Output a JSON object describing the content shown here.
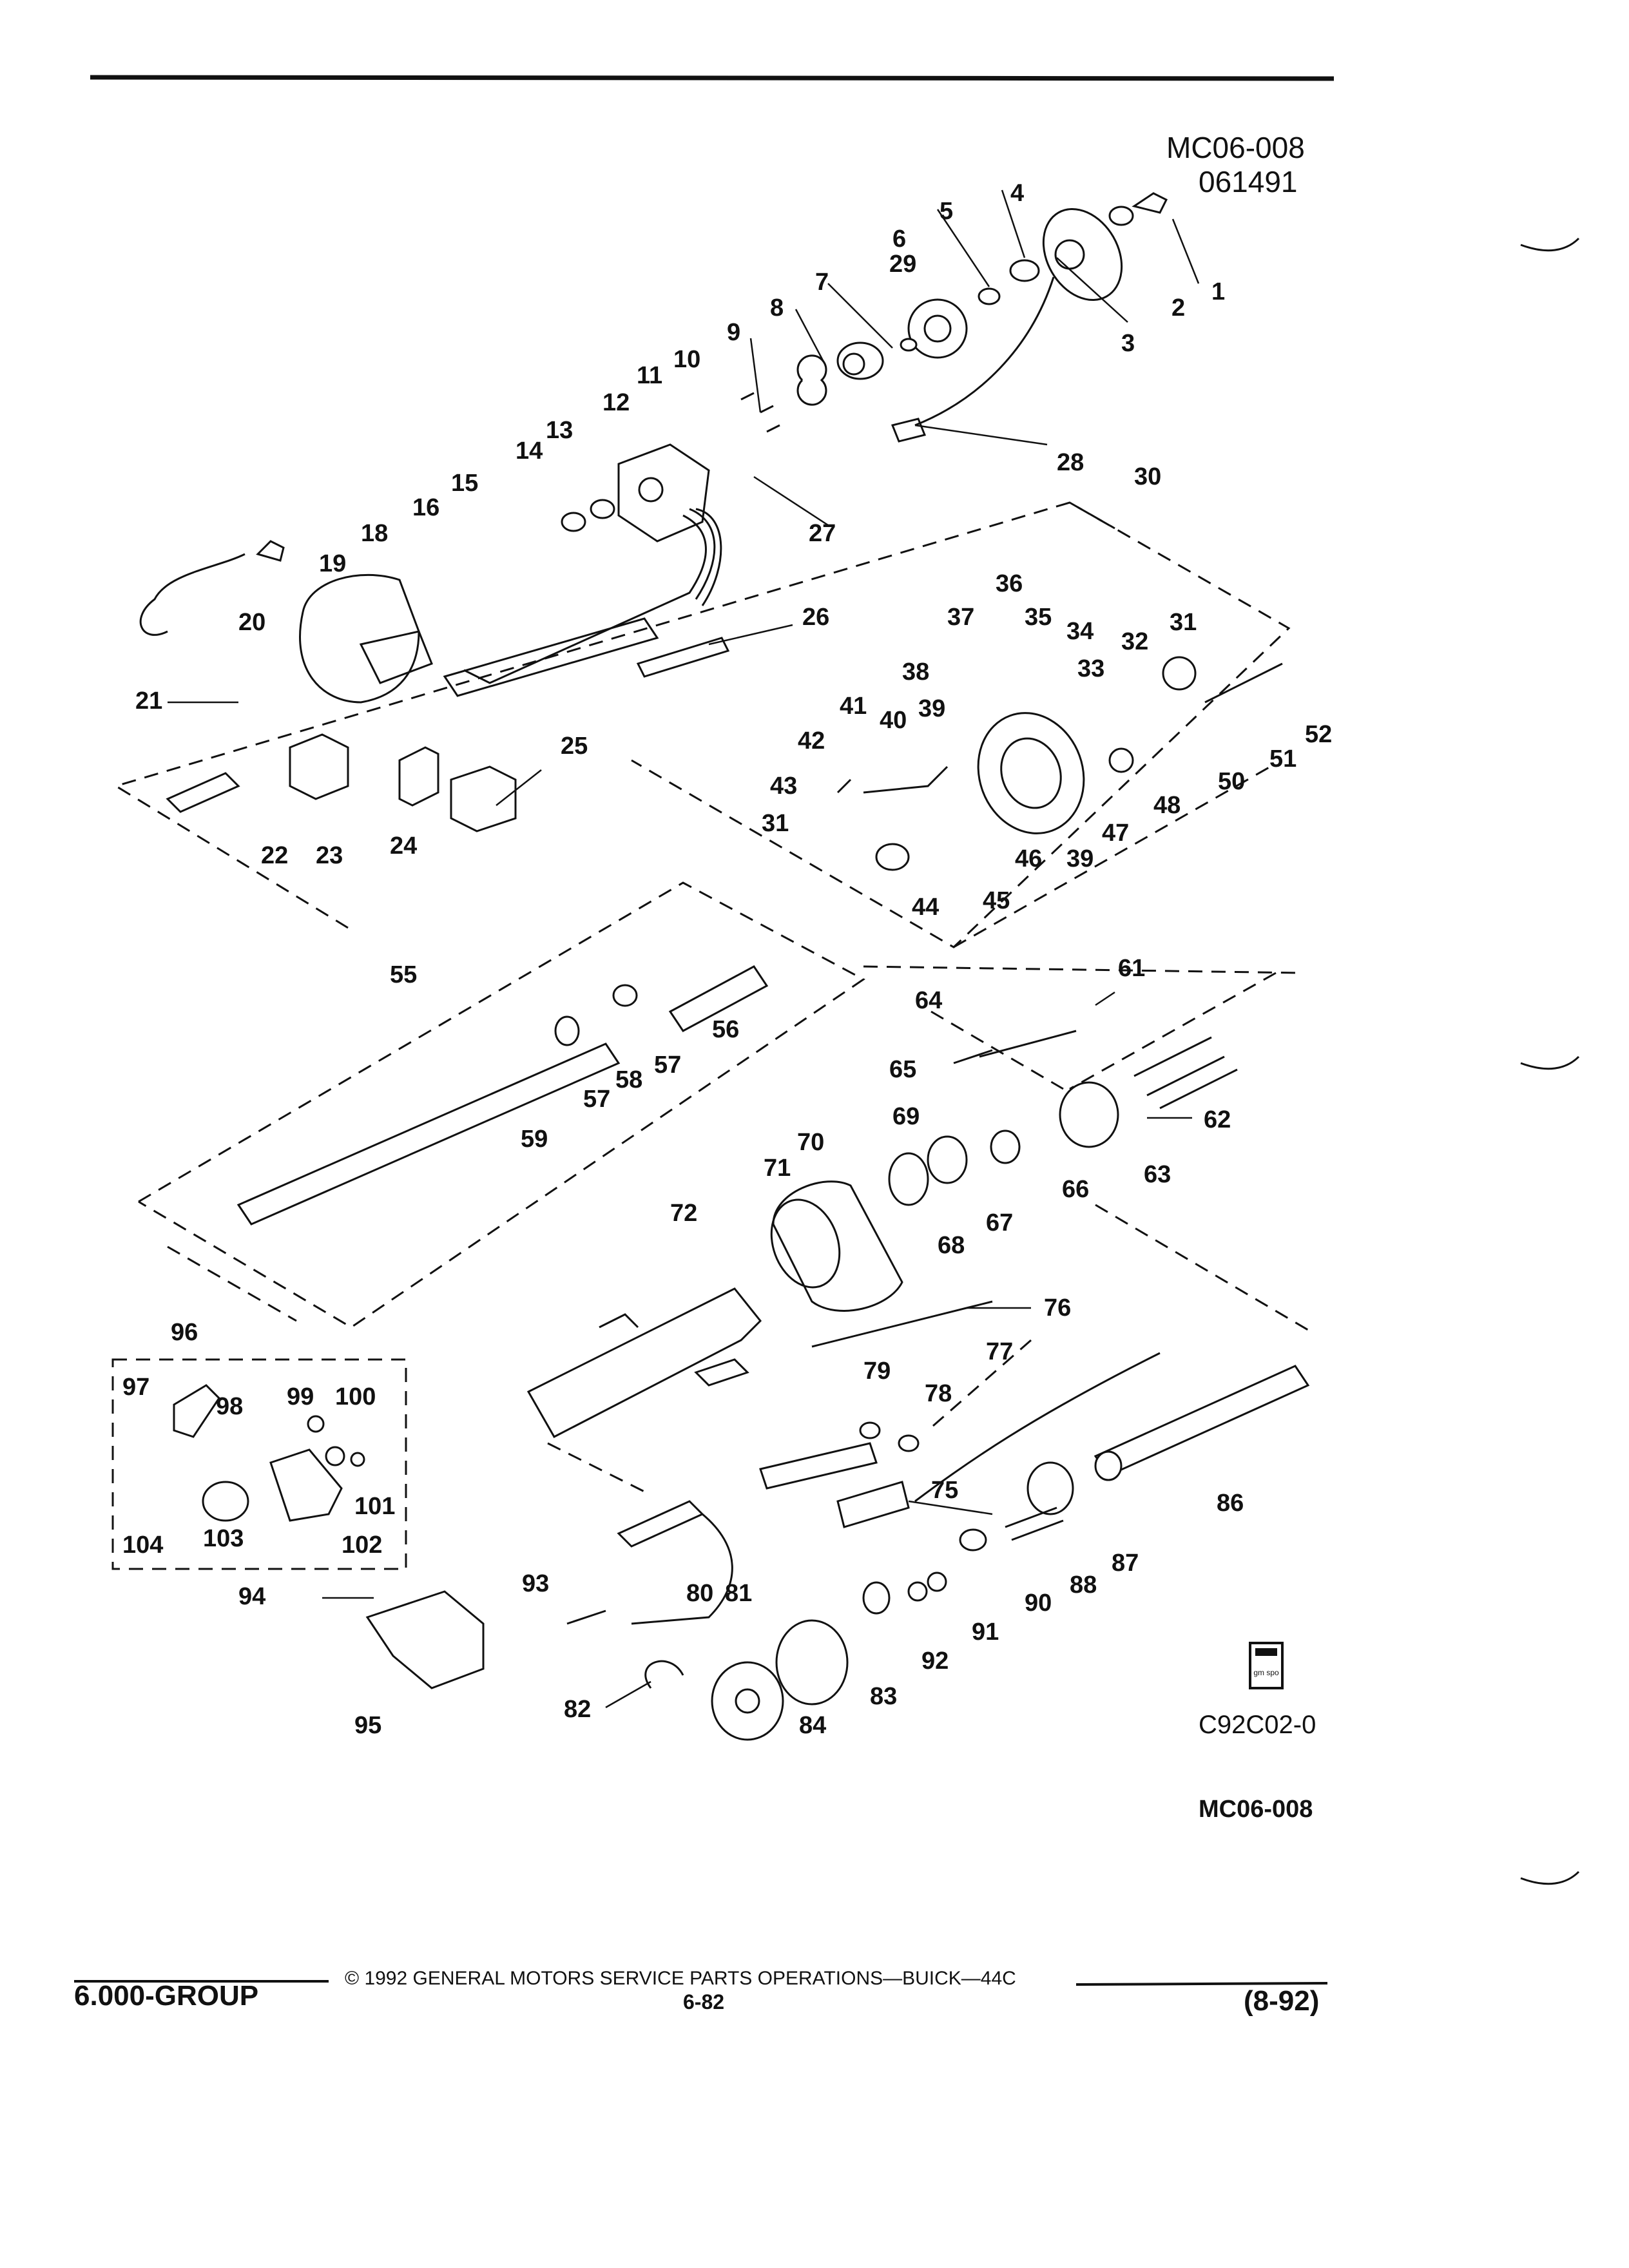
{
  "header": {
    "figure_code": "MC06-008",
    "date_code": "061491"
  },
  "callouts": [
    "1",
    "2",
    "3",
    "4",
    "5",
    "6",
    "7",
    "8",
    "9",
    "10",
    "11",
    "12",
    "13",
    "14",
    "15",
    "16",
    "18",
    "19",
    "20",
    "21",
    "22",
    "23",
    "24",
    "25",
    "26",
    "27",
    "28",
    "29",
    "30",
    "31",
    "31",
    "32",
    "33",
    "34",
    "35",
    "36",
    "37",
    "38",
    "39",
    "39",
    "40",
    "41",
    "42",
    "43",
    "44",
    "45",
    "46",
    "47",
    "48",
    "50",
    "51",
    "52",
    "55",
    "56",
    "57",
    "57",
    "58",
    "59",
    "61",
    "62",
    "63",
    "64",
    "65",
    "66",
    "67",
    "68",
    "69",
    "70",
    "71",
    "72",
    "75",
    "76",
    "77",
    "78",
    "79",
    "80",
    "81",
    "82",
    "83",
    "84",
    "86",
    "87",
    "88",
    "90",
    "91",
    "92",
    "93",
    "94",
    "95",
    "96",
    "97",
    "98",
    "99",
    "100",
    "101",
    "102",
    "103",
    "104"
  ],
  "logo": {
    "text": "gm spo"
  },
  "image_code": "C92C02-0",
  "figure_footer_code": "MC06-008",
  "footer": {
    "group": "6.000-GROUP",
    "copyright": "© 1992 GENERAL MOTORS SERVICE PARTS OPERATIONS—BUICK—44C",
    "page": "6-82",
    "revision": "(8-92)"
  }
}
